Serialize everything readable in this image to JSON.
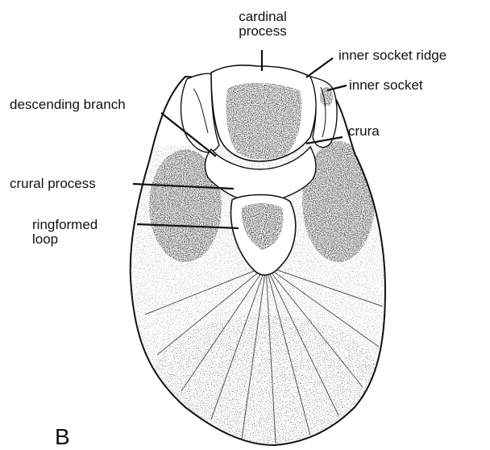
{
  "panel_letter": "B",
  "labels": {
    "cardinal_process": [
      "cardinal",
      "process"
    ],
    "inner_socket_ridge": "inner socket ridge",
    "inner_socket": "inner socket",
    "descending_branch": "descending branch",
    "crura": "crura",
    "crural_process": "crural process",
    "ringformed_loop": [
      "ringformed",
      "loop"
    ]
  },
  "colors": {
    "ink": "#111111",
    "paper": "#ffffff"
  }
}
